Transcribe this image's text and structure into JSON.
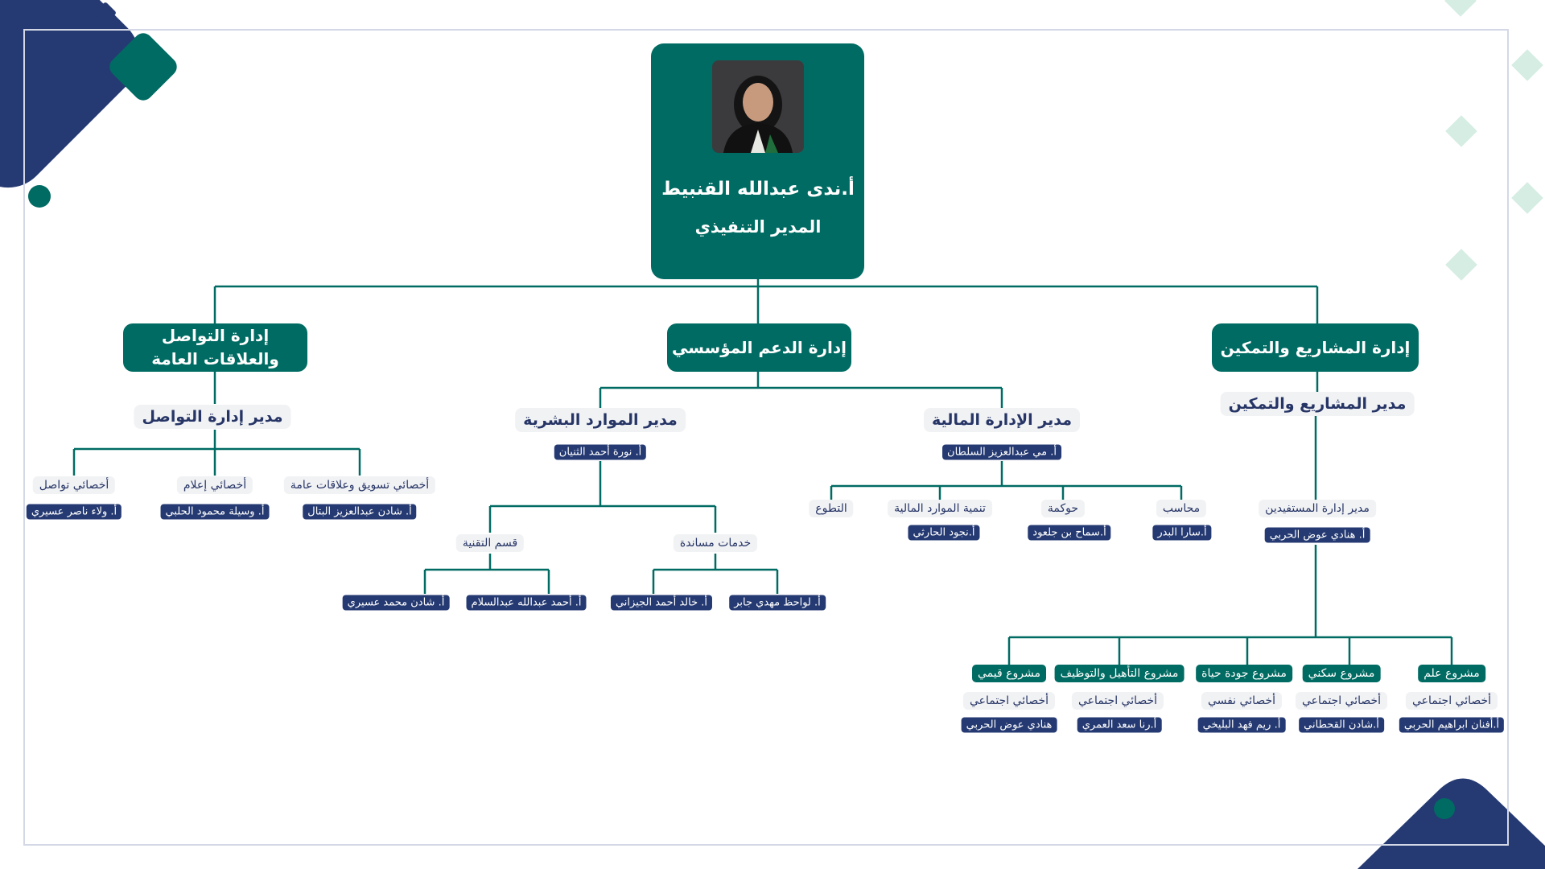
{
  "colors": {
    "teal": "#006b63",
    "navy": "#253a72",
    "pill": "#f1f2f4",
    "mint": "#d5ede3"
  },
  "ceo": {
    "name": "أ.ندى عبدالله القنبيط",
    "title": "المدير التنفيذي"
  },
  "departments": {
    "communication": {
      "title": "إدارة التواصل والعلاقات العامة",
      "manager": "مدير إدارة التواصل",
      "staff": [
        {
          "role": "أخصائي تسويق وعلاقات عامة",
          "name": "أ. شادن عبدالعزيز البتال"
        },
        {
          "role": "أخصائي إعلام",
          "name": "أ. وسيلة محمود الحلبي"
        },
        {
          "role": "أخصائي تواصل",
          "name": "أ. ولاء ناصر عسيري"
        }
      ]
    },
    "support": {
      "title": "إدارة الدعم المؤسسي",
      "hr": {
        "manager": "مدير الموارد البشرية",
        "name": "أ. نورة أحمد الثنيان",
        "units": [
          {
            "label": "خدمات مساندة",
            "names": [
              "أ. لواحظ مهدي جابر",
              "أ. خالد أحمد الجيزاني"
            ]
          },
          {
            "label": "قسم التقنية",
            "names": [
              "أ. أحمد عبدالله عبدالسلام",
              "أ. شادن محمد عسيري"
            ]
          }
        ]
      },
      "finance": {
        "manager": "مدير الإدارة المالية",
        "name": "أ. مي عبدالعزيز السلطان",
        "units": [
          {
            "label": "محاسب",
            "name": "أ.سارا البدر"
          },
          {
            "label": "حوكمة",
            "name": "أ.سماح بن جلعود"
          },
          {
            "label": "تنمية الموارد المالية",
            "name": "أ.نجود الحارثي"
          },
          {
            "label": "التطوع"
          }
        ]
      }
    },
    "projects": {
      "title": "إدارة المشاريع والتمكين",
      "manager": "مدير المشاريع والتمكين",
      "beneficiaries": {
        "label": "مدير إدارة المستفيدين",
        "name": "أ. هنادي عوض الحربي"
      },
      "items": [
        {
          "project": "مشروع علم",
          "role": "أخصائي اجتماعي",
          "name": "أ.أفنان ابراهيم الحربي"
        },
        {
          "project": "مشروع سكني",
          "role": "أخصائي اجتماعي",
          "name": "أ.شادن القحطاني"
        },
        {
          "project": "مشروع جودة حياة",
          "role": "أخصائي نفسي",
          "name": "أ. ريم فهد البليخي"
        },
        {
          "project": "مشروع التأهيل والتوظيف",
          "role": "أخصائي اجتماعي",
          "name": "أ.رنا سعد العمري"
        },
        {
          "project": "مشروع قيمي",
          "role": "أخصائي اجتماعي",
          "name": "هنادي عوض الحربي"
        }
      ]
    }
  }
}
